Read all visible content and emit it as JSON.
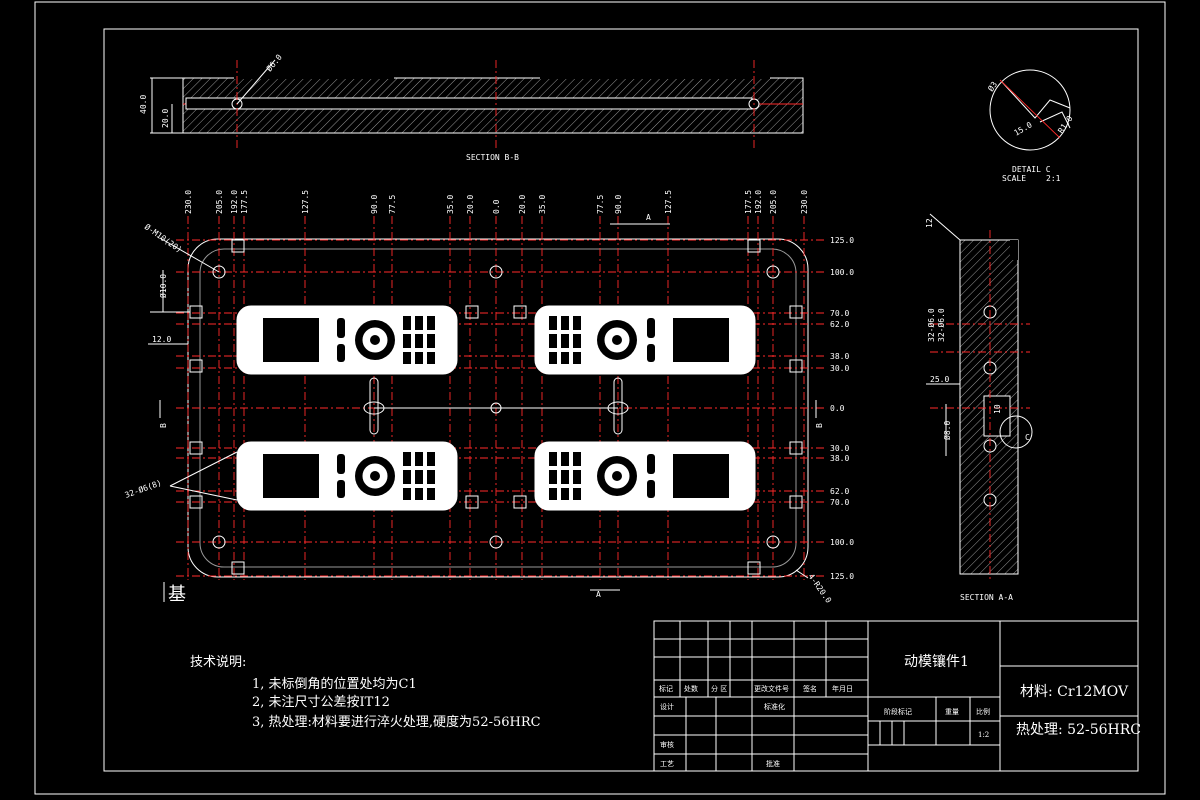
{
  "section_bb": {
    "label": "SECTION B-B",
    "dim_40": "40.0",
    "dim_20": "20.0",
    "dim_hole": "Ø6.0"
  },
  "detail_c": {
    "label": "DETAIL C",
    "scale_label": "SCALE",
    "scale_value": "2:1",
    "dims": [
      "Ø3",
      "15.0",
      "R1.0"
    ]
  },
  "section_aa": {
    "label": "SECTION A-A",
    "dims": [
      "12",
      "32-Ø6.0",
      "32-Ø6.0",
      "25.0",
      "Ø8.0",
      "10",
      "C"
    ]
  },
  "plan_view": {
    "top_dims": [
      "230.0",
      "205.0",
      "192.0",
      "177.5",
      "127.5",
      "90.0",
      "77.5",
      "35.0",
      "20.0",
      "0.0",
      "20.0",
      "35.0",
      "77.5",
      "90.0",
      "127.5",
      "177.5",
      "192.0",
      "205.0",
      "230.0"
    ],
    "right_dims": [
      "125.0",
      "100.0",
      "70.0",
      "62.0",
      "38.0",
      "30.0",
      "0.0",
      "30.0",
      "38.0",
      "62.0",
      "70.0",
      "100.0",
      "125.0"
    ],
    "left_callouts": [
      "Ø-M10(20)",
      "Ø10.0",
      "12.0",
      "32-Ø6(8)"
    ],
    "corner_dim": "4-R20.0",
    "section_marks": [
      "A",
      "A",
      "B",
      "B"
    ],
    "datum_symbol": "基"
  },
  "tech_notes": {
    "heading": "技术说明:",
    "items": [
      "1, 未标倒角的位置处均为C1",
      "2, 未注尺寸公差按IT12",
      "3, 热处理:材料要进行淬火处理,硬度为52-56HRC"
    ]
  },
  "title_block": {
    "part_name": "动模镶件1",
    "material": "材料: Cr12MOV",
    "heat_treatment": "热处理: 52-56HRC",
    "headers": [
      "标记",
      "处数",
      "分 区",
      "更改文件号",
      "签名",
      "年月日"
    ],
    "row_labels": [
      "设计",
      "审核",
      "工艺"
    ],
    "std_label": "标准化",
    "approve_label": "批准",
    "stage_label": "阶段标记",
    "weight_label": "重量",
    "scale_label": "比例",
    "scale_value": "1:2"
  }
}
